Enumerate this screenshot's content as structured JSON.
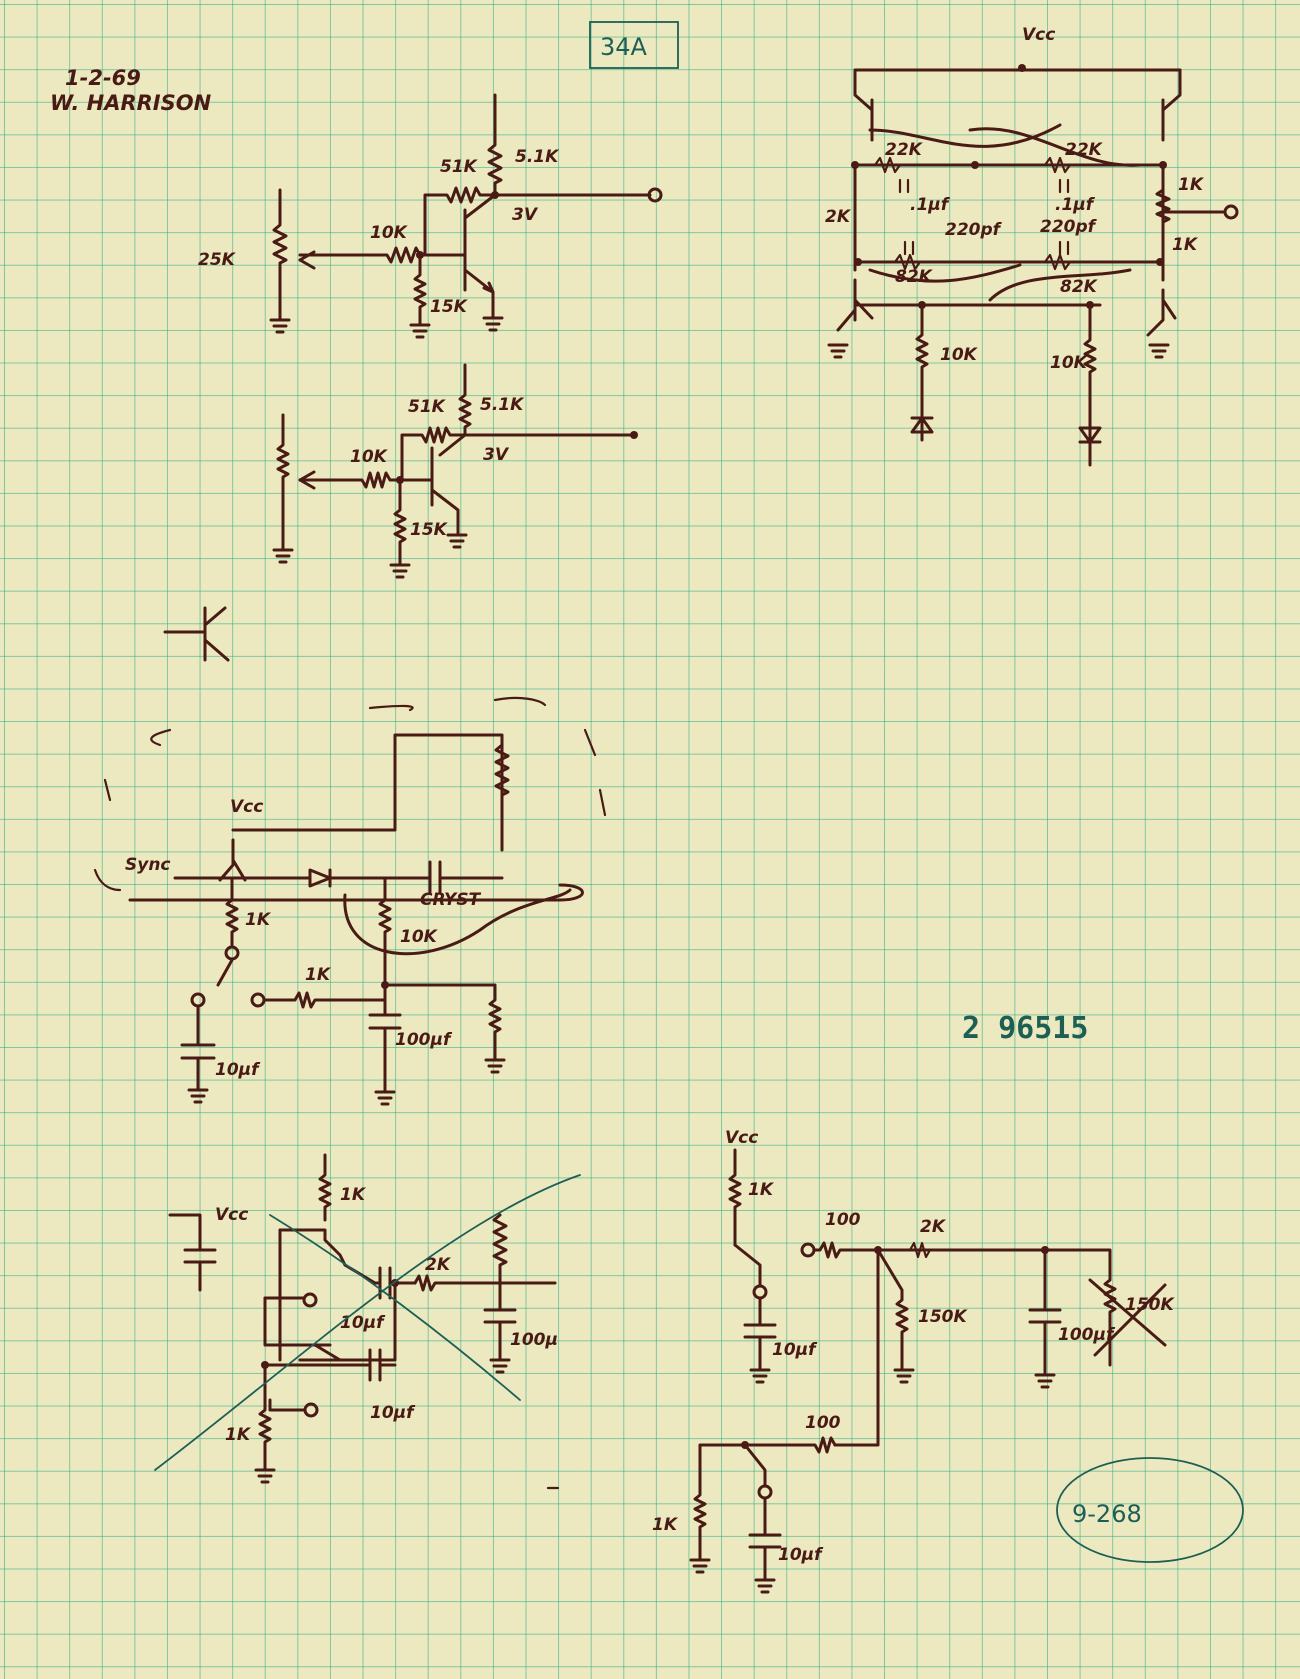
{
  "header": {
    "date": "1-2-69",
    "author": "W. HARRISON",
    "sheet_number": "34A"
  },
  "stamp_number": "2 96515",
  "page_ref": "9-268",
  "circuit_top_left": {
    "r_collector": "5.1K",
    "r_feedback": "51K",
    "r_base": "10K",
    "r_pot": "25K",
    "r_emitter": "15K",
    "out_voltage": "3V"
  },
  "circuit_mid_left": {
    "r_collector": "5.1K",
    "r_feedback": "51K",
    "r_base": "10K",
    "r_emitter": "15K",
    "out_voltage": "3V"
  },
  "circuit_flipflop": {
    "supply": "Vcc",
    "r_cross_top_left": "22K",
    "r_cross_top_right": "22K",
    "c_top_left": ".1µf",
    "c_top_right": ".1µf",
    "r_left_side": "2K",
    "r_right_top": "1K",
    "r_right_bottom": "1K",
    "c_mid_left": "220pf",
    "c_mid_right": "220pf",
    "r_cross_bottom_left": "82K",
    "r_cross_bottom_right": "82K",
    "r_emit_left": "10K",
    "r_emit_right": "10K"
  },
  "circuit_crystal": {
    "supply": "Vcc",
    "input": "Sync",
    "crystal": "CRYST",
    "r_emitter": "1K",
    "r_mid": "10K",
    "r_in": "1K",
    "c_left": "10µf",
    "c_right": "100µf"
  },
  "circuit_crossed": {
    "supply": "Vcc",
    "r_top": "1K",
    "r_series": "2K",
    "c_mid": "10µf",
    "c_bottom": "10µf",
    "c_right": "100µ",
    "r_bottom": "1K"
  },
  "circuit_filter": {
    "supply": "Vcc",
    "r_top": "1K",
    "r_in_top": "100",
    "r_series": "2K",
    "r_shunt": "150K",
    "c_left": "10µf",
    "c_right": "100µf",
    "r_crossed": "150K",
    "r_in_bottom": "100",
    "r_bottom": "1K",
    "c_bottom": "10µf"
  }
}
